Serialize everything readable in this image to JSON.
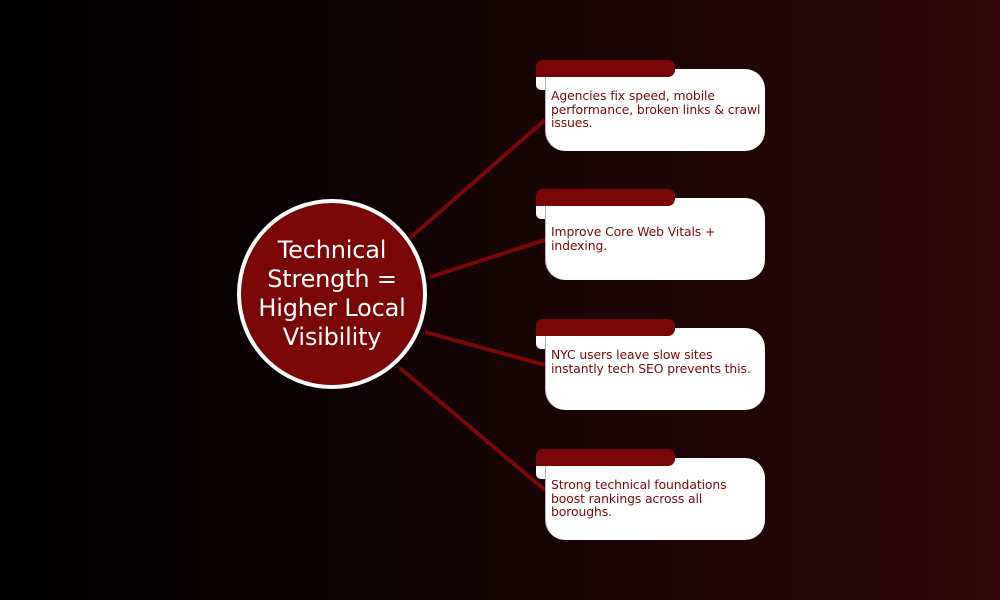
{
  "diagram": {
    "type": "hub-and-spoke",
    "colors": {
      "background_left": "#000000",
      "background_right": "#330808",
      "accent": "#7a0606",
      "card_bg": "#ffffff",
      "card_text": "#7a0a0a",
      "hub_text": "#ffffff"
    },
    "hub": {
      "label": "Technical Strength = Higher Local Visibility"
    },
    "cards": [
      {
        "text": "Agencies fix speed, mobile performance, broken links & crawl issues."
      },
      {
        "text": "Improve Core Web Vitals + indexing."
      },
      {
        "text": "NYC users leave slow sites instantly tech SEO prevents this."
      },
      {
        "text": "Strong technical foundations boost rankings across all boroughs."
      }
    ]
  }
}
